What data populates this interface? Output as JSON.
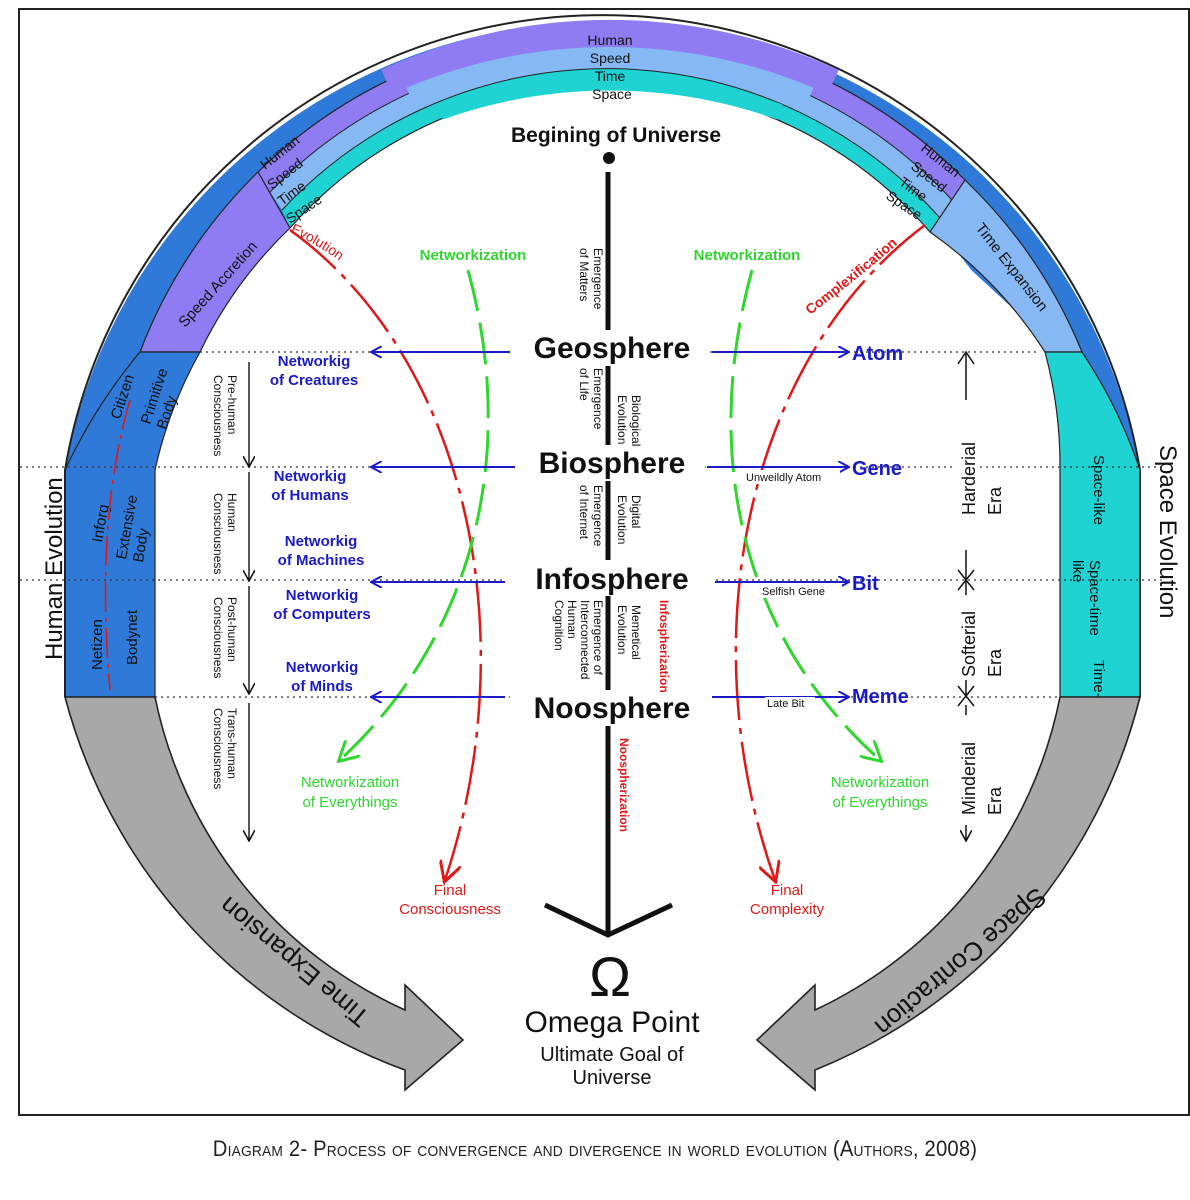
{
  "colors": {
    "human": "#2f79d8",
    "speed": "#8f7cf2",
    "time": "#86b8f4",
    "space": "#1fd3d3",
    "grey": "#a8a8a8",
    "navy": "#1a1ac8",
    "red": "#e01818",
    "green": "#2ed62e"
  },
  "rings": {
    "top": [
      "Human",
      "Speed",
      "Time",
      "Space"
    ],
    "upper_left": [
      "Human",
      "Speed",
      "Time",
      "Space"
    ],
    "upper_right": [
      "Human",
      "Speed",
      "Time",
      "Space"
    ]
  },
  "left_panel": {
    "speed_accretion": "Speed Accretion",
    "citizen": "Citizen",
    "primitive_body": "Primitive\nBody",
    "inforg": "Inforg",
    "extensive_body": "Extensive\nBody",
    "netizen": "Netizen",
    "bodynet": "Bodynet",
    "human_evolution": "Human Evolution"
  },
  "right_panel": {
    "time_expansion": "Time Expansion",
    "space_like": "Space-like",
    "space_time_like": "Space-time\nlike",
    "time_like": "Time-like",
    "space_evolution": "Space Evolution"
  },
  "bottom_arrows": {
    "left": "Time Expansion",
    "right": "Space Contraction"
  },
  "center": {
    "beginning": "Begining of Universe",
    "spheres": [
      "Geosphere",
      "Biosphere",
      "Infosphere",
      "Noosphere"
    ],
    "emergence_matters": "Emergence\nof Matters",
    "emergence_life": "Emergence\nof Life",
    "biological_evolution": "Biological\nEvolution",
    "emergence_internet": "Emergence\nof Internet",
    "digital_evolution": "Digital\nEvolution",
    "emergence_cognition": "Emergence of\nInterconnected\nHuman\nCognition",
    "memetical_evolution": "Memetical\nEvolution",
    "infospherization": "Infospherization",
    "noospherization": "Noospherization",
    "omega_point": "Omega Point",
    "ultimate_goal": "Ultimate Goal of\nUniverse"
  },
  "left_labels": {
    "evolution": "Evolution",
    "networkization": "Networkization",
    "networking": [
      "Networkig\nof Creatures",
      "Networkig\nof Humans",
      "Networkig\nof Machines",
      "Networkig\nof Computers",
      "Networkig\nof Minds"
    ],
    "consciousness": [
      "Pre-human\nConsciousness",
      "Human\nConsciousness",
      "Post-human\nConsciousness",
      "Trans-human\nConsciousness"
    ],
    "networkization_everythings": "Networkization\nof Everythings",
    "final_consciousness": "Final\nConsciousness"
  },
  "right_labels": {
    "complexification": "Complexification",
    "networkization": "Networkization",
    "units": [
      "Atom",
      "Gene",
      "Bit",
      "Meme"
    ],
    "small": [
      "Unweildly Atom",
      "Selfish Gene",
      "Late Bit"
    ],
    "eras": [
      "Harderial\nEra",
      "Softerial\nEra",
      "Minderial\nEra"
    ],
    "networkization_everythings": "Networkization\nof Everythings",
    "final_complexity": "Final\nComplexity"
  },
  "caption": "Diagram 2- Process of convergence and divergence in world evolution (Authors, 2008)"
}
